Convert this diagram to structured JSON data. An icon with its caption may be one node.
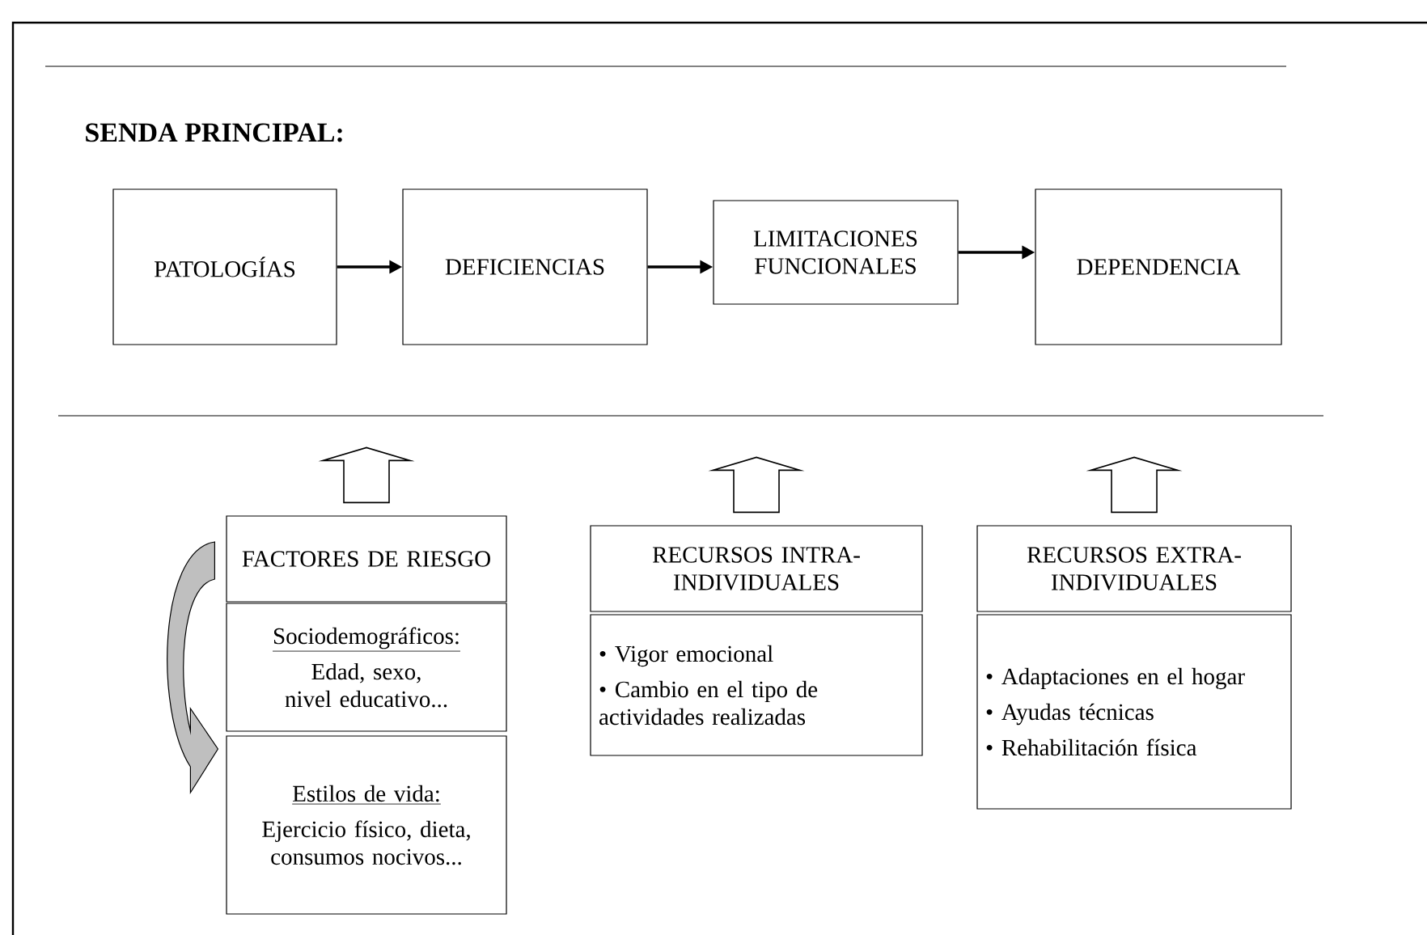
{
  "diagram": {
    "title": "SENDA PRINCIPAL:",
    "nodes": [
      {
        "text": [
          "PATOLOGÍAS"
        ]
      },
      {
        "text": [
          "DEFICIENCIAS"
        ]
      },
      {
        "text": [
          "LIMITACIONES FUNCIONALES"
        ]
      },
      {
        "text": [
          "DEPENDENCIA"
        ]
      },
      {
        "text": [
          "FACTORES DE RIESGO"
        ]
      },
      {
        "text": [
          "Sociodemográficos:",
          "Edad, sexo, nivel educativo..."
        ]
      },
      {
        "text": [
          "Estilos de vida:",
          "Ejercicio físico, dieta, consumos nocivos..."
        ]
      },
      {
        "text": [
          "RECURSOS INTRA-INDIVIDUALES"
        ]
      },
      {
        "text": [
          "• Vigor emocional",
          "• Cambio en el tipo de actividades realizadas"
        ]
      },
      {
        "text": [
          "RECURSOS EXTRA-INDIVIDUALES"
        ]
      },
      {
        "text": [
          "• Adaptaciones en el hogar",
          "• Ayudas técnicas",
          "• Rehabilitación física"
        ]
      }
    ],
    "edges": [
      {
        "from": 0,
        "to": 1,
        "arrow": "to"
      },
      {
        "from": 1,
        "to": 2,
        "arrow": "to"
      },
      {
        "from": 2,
        "to": 3,
        "arrow": "to"
      },
      {
        "from": 4,
        "to": null,
        "arrow": "to"
      },
      {
        "from": 7,
        "to": null,
        "arrow": "to"
      },
      {
        "from": 9,
        "to": null,
        "arrow": "to"
      },
      {
        "from": 5,
        "to": 6,
        "arrow": "to",
        "color": "#bfbfbf"
      }
    ]
  }
}
